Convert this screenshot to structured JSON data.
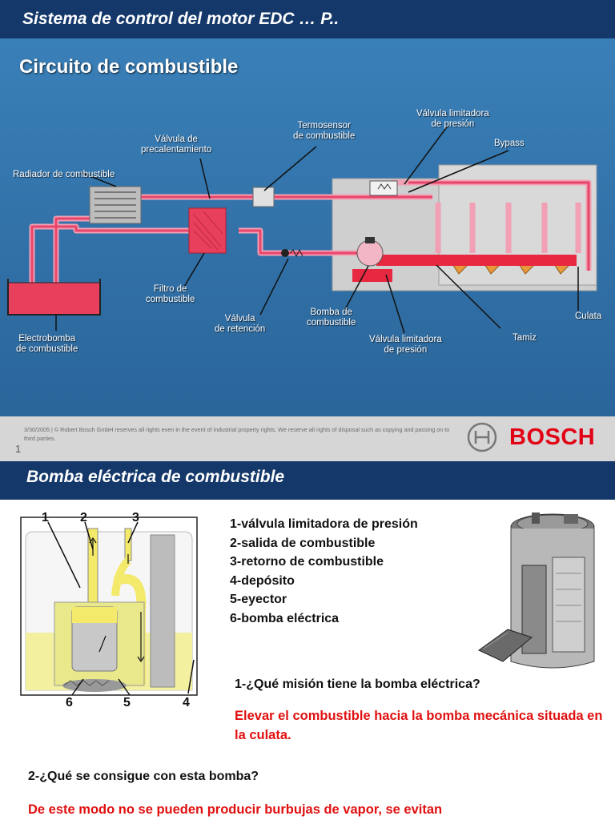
{
  "header": {
    "title": "Sistema de control del motor  EDC … P.."
  },
  "diagram": {
    "title": "Circuito de combustible",
    "labels": {
      "radiador": "Radiador de combustible",
      "valvula_precal_1": "Válvula de",
      "valvula_precal_2": "precalentamiento",
      "termosensor_1": "Termosensor",
      "termosensor_2": "de combustible",
      "valvula_lim_top_1": "Válvula limitadora",
      "valvula_lim_top_2": "de presión",
      "bypass": "Bypass",
      "filtro_1": "Filtro de",
      "filtro_2": "combustible",
      "valvula_ret_1": "Válvula",
      "valvula_ret_2": "de retención",
      "bomba_1": "Bomba de",
      "bomba_2": "combustible",
      "valvula_lim_bot_1": "Válvula limitadora",
      "valvula_lim_bot_2": "de presión",
      "tamiz": "Tamiz",
      "culata": "Culata",
      "electrobomba_1": "Electrobomba",
      "electrobomba_2": "de combustible"
    }
  },
  "footer": {
    "copyright": "3/30/2005 | © Robert Bosch GmbH reserves all rights even in the event of industrial property rights. We reserve all rights of disposal such as copying and passing on to third parties.",
    "page_number": "1",
    "brand": "BOSCH"
  },
  "section": {
    "title": "Bomba eléctrica de combustible"
  },
  "pump": {
    "callouts": [
      "1",
      "2",
      "3",
      "4",
      "5",
      "6"
    ],
    "parts": [
      "1-válvula limitadora de presión",
      "2-salida de combustible",
      "3-retorno de combustible",
      "4-depósito",
      "5-eyector",
      "6-bomba eléctrica"
    ]
  },
  "qa": {
    "q1": "1-¿Qué misión tiene la bomba eléctrica?",
    "a1": "Elevar el combustible hacia la bomba mecánica situada en la culata.",
    "q2": "2-¿Qué se consigue con esta bomba?",
    "a2": "De este modo no se pueden producir burbujas de vapor, se evitan"
  },
  "colors": {
    "navy": "#14386a",
    "diagram_bg": "#2f72a8",
    "fuel_line": "#e85a78",
    "answer_red": "#e01010",
    "brand_red": "#e20015"
  }
}
